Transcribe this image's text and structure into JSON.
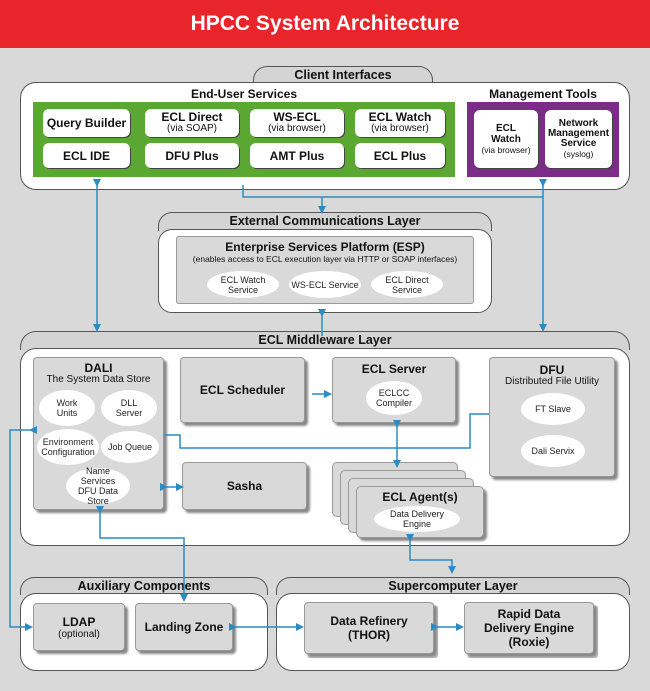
{
  "title": "HPCC System Architecture",
  "colors": {
    "header": "#e8252a",
    "arrow": "#2b8cc4",
    "green": "#5aa832",
    "purple": "#7b2c87"
  },
  "client_interfaces": {
    "label": "Client Interfaces",
    "end_user": {
      "label": "End-User Services",
      "boxes": [
        {
          "title": "Query Builder",
          "sub": ""
        },
        {
          "title": "ECL Direct",
          "sub": "(via SOAP)"
        },
        {
          "title": "WS-ECL",
          "sub": "(via browser)"
        },
        {
          "title": "ECL Watch",
          "sub": "(via browser)"
        },
        {
          "title": "ECL IDE",
          "sub": ""
        },
        {
          "title": "DFU Plus",
          "sub": ""
        },
        {
          "title": "AMT Plus",
          "sub": ""
        },
        {
          "title": "ECL Plus",
          "sub": ""
        }
      ]
    },
    "management": {
      "label": "Management Tools",
      "boxes": [
        {
          "title": "ECL Watch",
          "sub": "(via browser)"
        },
        {
          "title": "Network Management Service",
          "sub": "(syslog)"
        }
      ]
    }
  },
  "external_comm": {
    "label": "External Communications Layer",
    "esp_title": "Enterprise Services Platform (ESP)",
    "esp_sub": "(enables access to ECL execution layer via HTTP or SOAP interfaces)",
    "services": [
      "ECL Watch Service",
      "WS-ECL Service",
      "ECL Direct Service"
    ]
  },
  "middleware": {
    "label": "ECL Middleware Layer",
    "dali": {
      "title": "DALI",
      "sub": "The System Data Store",
      "items": [
        "Work Units",
        "DLL Server",
        "Environment Configuration",
        "Job Queue",
        "Name Services DFU Data Store"
      ]
    },
    "scheduler": "ECL Scheduler",
    "server": {
      "title": "ECL Server",
      "item": "ECLCC Compiler"
    },
    "dfu": {
      "title": "DFU",
      "sub": "Distributed File Utility",
      "items": [
        "FT Slave",
        "Dali Servix"
      ]
    },
    "sasha": "Sasha",
    "agent": {
      "title": "ECL Agent(s)",
      "item": "Data Delivery Engine"
    }
  },
  "auxiliary": {
    "label": "Auxiliary Components",
    "ldap": "LDAP",
    "ldap_sub": "(optional)",
    "landing": "Landing Zone"
  },
  "supercomputer": {
    "label": "Supercomputer Layer",
    "thor": "Data Refinery (THOR)",
    "roxie": "Rapid Data Delivery Engine (Roxie)"
  }
}
